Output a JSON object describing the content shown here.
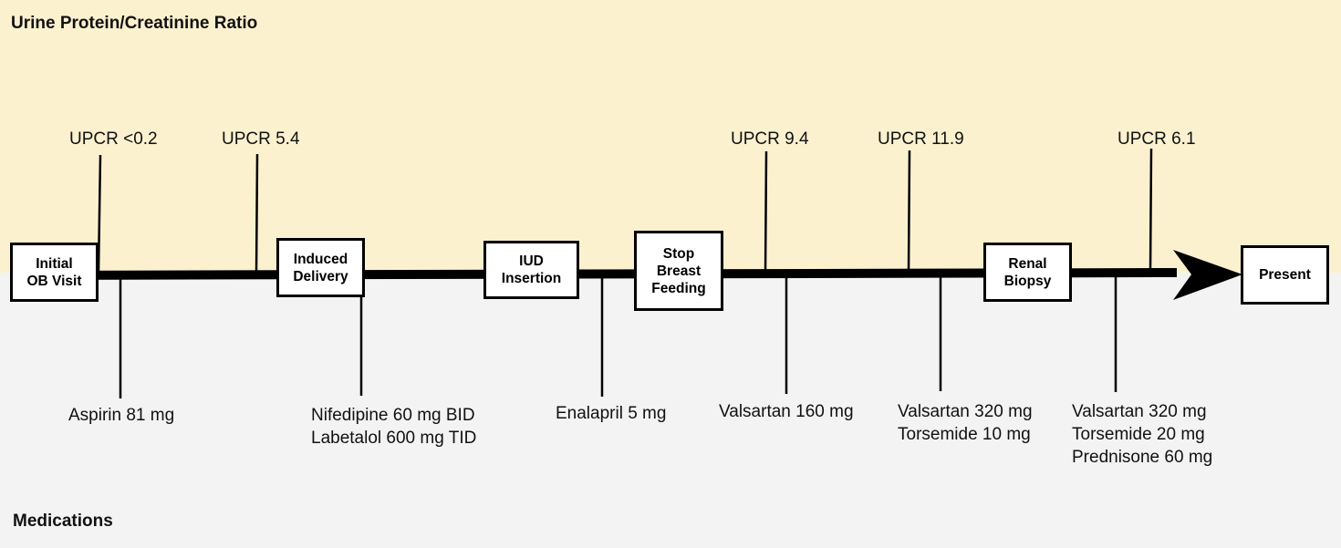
{
  "sections": {
    "top_title": "Urine Protein/Creatinine Ratio",
    "bottom_title": "Medications"
  },
  "events": [
    {
      "lines": [
        "Initial",
        "OB Visit"
      ]
    },
    {
      "lines": [
        "Induced",
        "Delivery"
      ]
    },
    {
      "lines": [
        "IUD",
        "Insertion"
      ]
    },
    {
      "lines": [
        "Stop",
        "Breast",
        "Feeding"
      ]
    },
    {
      "lines": [
        "Renal",
        "Biopsy"
      ]
    },
    {
      "lines": [
        "Present"
      ]
    }
  ],
  "upcr": [
    {
      "label": "UPCR <0.2"
    },
    {
      "label": "UPCR 5.4"
    },
    {
      "label": "UPCR 9.4"
    },
    {
      "label": "UPCR 11.9"
    },
    {
      "label": "UPCR 6.1"
    }
  ],
  "medications": [
    {
      "lines": [
        "Aspirin 81 mg"
      ]
    },
    {
      "lines": [
        "Nifedipine 60 mg BID",
        "Labetalol 600 mg TID"
      ]
    },
    {
      "lines": [
        "Enalapril 5 mg"
      ]
    },
    {
      "lines": [
        "Valsartan 160 mg"
      ]
    },
    {
      "lines": [
        "Valsartan 320 mg",
        "Torsemide 10 mg"
      ]
    },
    {
      "lines": [
        "Valsartan 320 mg",
        "Torsemide 20 mg",
        "Prednisone 60 mg"
      ]
    }
  ],
  "colors": {
    "top_panel": "#fcf1cf",
    "bottom_panel": "#f3f3f3",
    "line": "#000000",
    "box_fill": "#ffffff"
  }
}
